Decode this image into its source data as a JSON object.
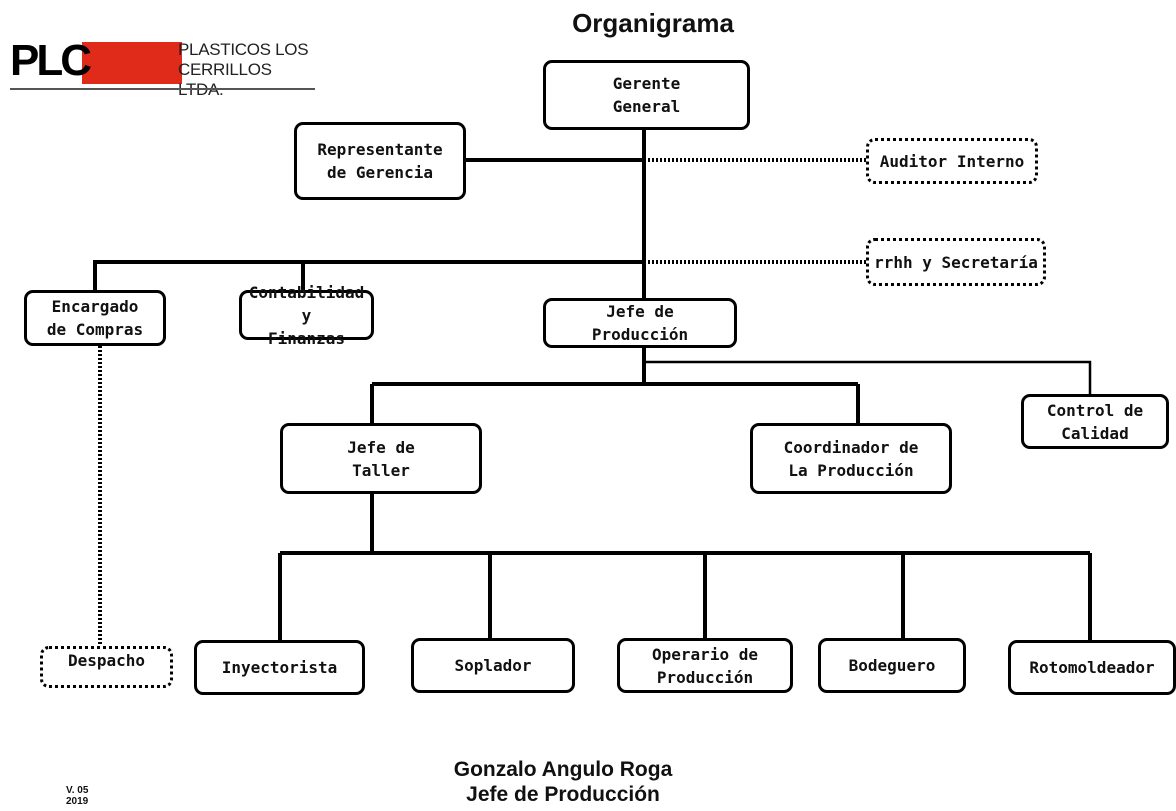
{
  "title": "Organigrama",
  "logo": {
    "mark": "PLC",
    "line1": "PLASTICOS  LOS",
    "line2": "CERRILLOS LTDA.",
    "brand_color": "#e02a1a"
  },
  "nodes": {
    "gerente": "Gerente\nGeneral",
    "representante": "Representante\nde Gerencia",
    "auditor": "Auditor Interno",
    "rrhh": "rrhh y Secretaría",
    "compras": "Encargado\nde Compras",
    "contabilidad": "Contabilidad y\nFinanzas",
    "jefe_produccion": "Jefe de\nProducción",
    "control_calidad": "Control de\nCalidad",
    "jefe_taller": "Jefe de\nTaller",
    "coordinador": "Coordinador de\nLa Producción",
    "despacho": "Despacho",
    "inyectorista": "Inyectorista",
    "soplador": "Soplador",
    "operario": "Operario de\nProducción",
    "bodeguero": "Bodeguero",
    "rotomoldeador": "Rotomoldeador"
  },
  "footer": {
    "name": "Gonzalo Angulo Roga",
    "role": "Jefe de Producción"
  },
  "version": {
    "label": "V. 05",
    "year": "2019"
  }
}
